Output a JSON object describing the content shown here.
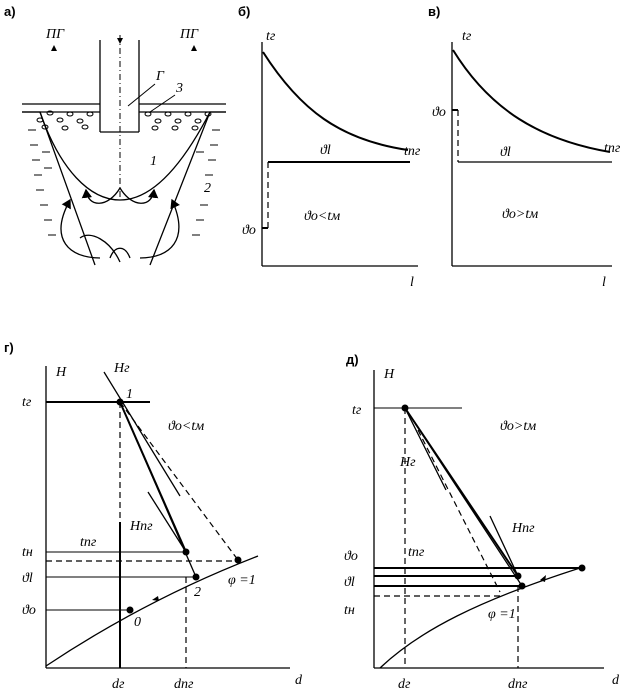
{
  "panel_a": {
    "label": "а)",
    "pg_left": "ПГ",
    "pg_right": "ПГ",
    "g_label": "Г",
    "num3": "3",
    "num1": "1",
    "num2": "2"
  },
  "panel_b": {
    "label": "б)",
    "t_g": "tг",
    "t_pg": "tпг",
    "theta_l": "ϑl",
    "theta_o": "ϑo",
    "condition": "ϑo<tм",
    "l_axis": "l"
  },
  "panel_v": {
    "label": "в)",
    "t_g": "tг",
    "t_pg": "tпг",
    "theta_l": "ϑl",
    "theta_o": "ϑo",
    "condition": "ϑo>tм",
    "l_axis": "l"
  },
  "panel_g": {
    "label": "г)",
    "H": "H",
    "H_g": "Hг",
    "H_pg": "Hпг",
    "t_g": "tг",
    "t_n": "tн",
    "t_pg": "tпг",
    "theta_l": "ϑl",
    "theta_o": "ϑo",
    "condition": "ϑo<tм",
    "phi": "φ =1",
    "pt1": "1",
    "pt2": "2",
    "pt0": "0",
    "d_g": "dг",
    "d_pg": "dпг",
    "d_axis": "d"
  },
  "panel_d": {
    "label": "д)",
    "H": "H",
    "H_g": "Hг",
    "H_pg": "Hпг",
    "t_g": "tг",
    "t_n": "tн",
    "t_pg": "tпг",
    "theta_l": "ϑl",
    "theta_o": "ϑo",
    "condition": "ϑo>tм",
    "phi": "φ =1",
    "d_g": "dг",
    "d_pg": "dпг",
    "d_axis": "d"
  }
}
